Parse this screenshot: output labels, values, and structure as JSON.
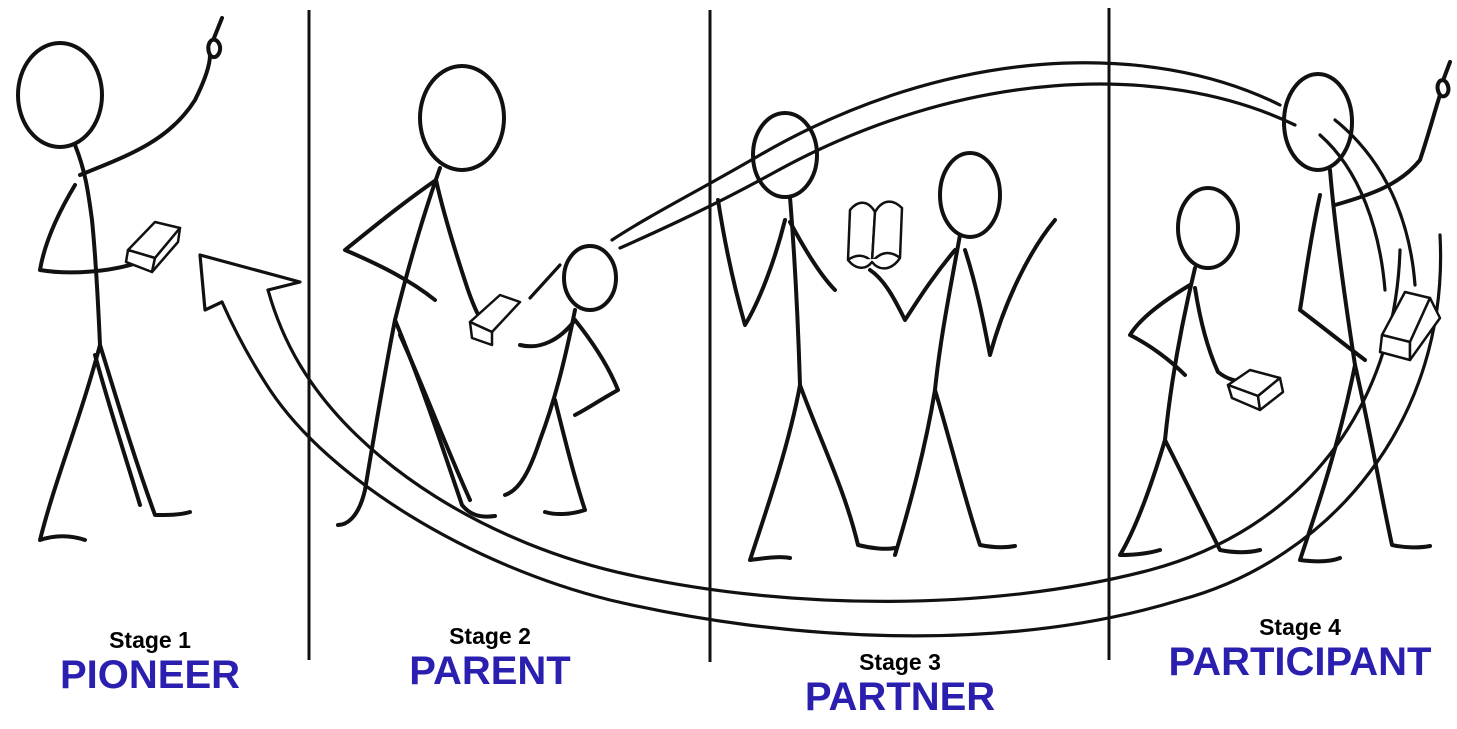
{
  "colors": {
    "stage_number": "#000000",
    "stage_name": "#2b1fb0",
    "ink": "#111111",
    "background": "#ffffff"
  },
  "stages": [
    {
      "number_label": "Stage 1",
      "name": "PIONEER"
    },
    {
      "number_label": "Stage 2",
      "name": "PARENT"
    },
    {
      "number_label": "Stage 3",
      "name": "PARTNER"
    },
    {
      "number_label": "Stage 4",
      "name": "PARTICIPANT"
    }
  ],
  "icons": [
    "stick-figure",
    "book-icon",
    "open-book-icon",
    "cycle-arrow"
  ]
}
